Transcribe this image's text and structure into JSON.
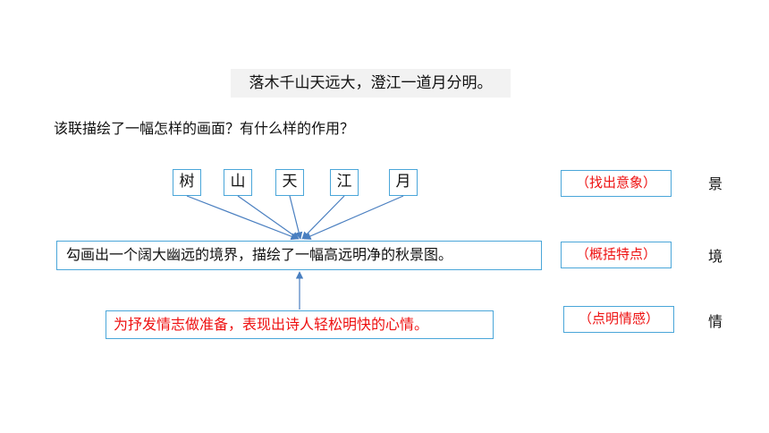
{
  "poem_line": "落木千山天远大，澄江一道月分明。",
  "question": "该联描绘了一幅怎样的画面？有什么样的作用？",
  "imagery_chars": [
    "树",
    "山",
    "天",
    "江",
    "月"
  ],
  "scene_text": "勾画出一个阔大幽远的境界，描绘了一幅高远明净的秋景图。",
  "emotion_text": "为抒发情志做准备，表现出诗人轻松明快的心情。",
  "step_labels": [
    "（找出意象）",
    "（概括特点）",
    "（点明情感）"
  ],
  "side_chars": [
    "景",
    "境",
    "情"
  ],
  "colors": {
    "box_border": "#4aa6d9",
    "arrow": "#4a7fc0",
    "emphasis": "#ee1111"
  }
}
